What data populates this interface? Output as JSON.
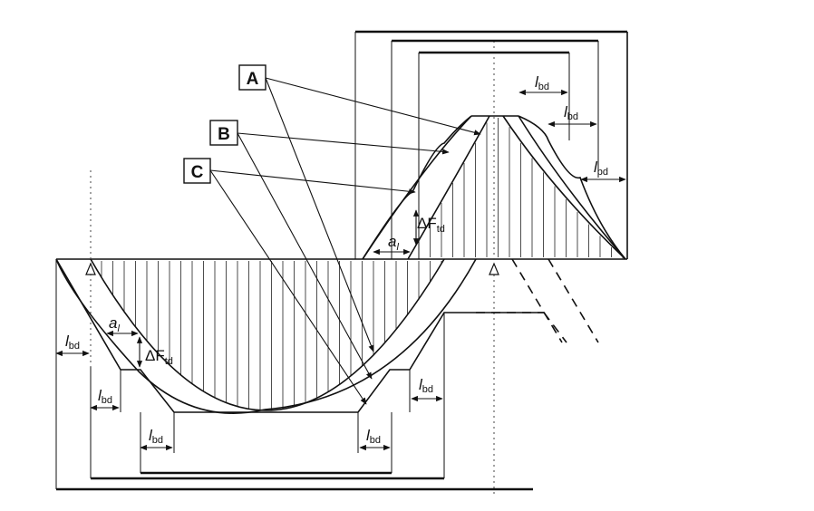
{
  "labels": {
    "a": "A",
    "b": "B",
    "c": "C"
  },
  "sym": {
    "delta_f": "ΔF",
    "td": "td",
    "a": "a",
    "l": "l",
    "bd": "bd"
  },
  "colors": {
    "ink": "#111111",
    "background": "#ffffff"
  }
}
